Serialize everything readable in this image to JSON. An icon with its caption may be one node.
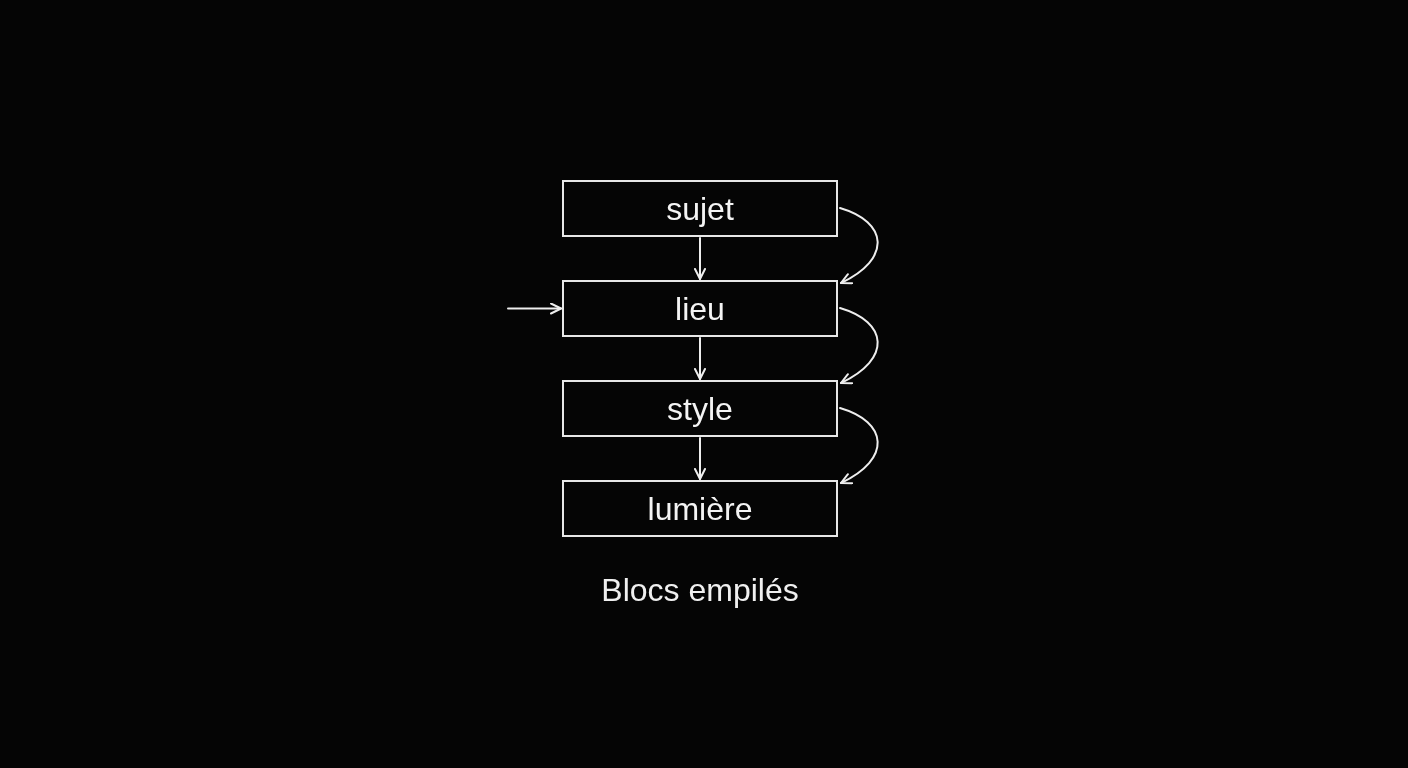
{
  "diagram": {
    "caption": "Blocs empilés",
    "nodes": [
      {
        "text": [
          "sujet"
        ]
      },
      {
        "text": [
          "lieu"
        ]
      },
      {
        "text": [
          "style"
        ]
      },
      {
        "text": [
          "lumière"
        ]
      }
    ],
    "edges": [
      {
        "from": 0,
        "to": 1,
        "arrow": "to"
      },
      {
        "from": 1,
        "to": 2,
        "arrow": "to"
      },
      {
        "from": 2,
        "to": 3,
        "arrow": "to"
      },
      {
        "from": 0,
        "to": 1,
        "arrow": "to"
      },
      {
        "from": 1,
        "to": 2,
        "arrow": "to"
      },
      {
        "from": 2,
        "to": 3,
        "arrow": "to"
      },
      {
        "from": null,
        "to": 1,
        "arrow": "to"
      }
    ]
  }
}
